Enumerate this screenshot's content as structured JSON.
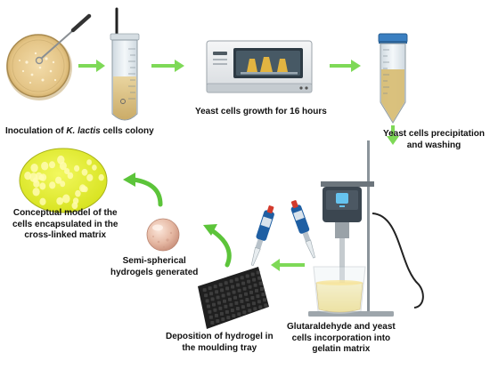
{
  "steps": {
    "inoculation": {
      "prefix": "Inoculation of ",
      "species": "K. lactis",
      "suffix": " cells colony"
    },
    "growth": {
      "text": "Yeast cells growth for 16 hours"
    },
    "precipitation": {
      "line1": "Yeast cells precipitation",
      "line2": "and washing"
    },
    "incorporation": {
      "line1": "Glutaraldehyde and yeast",
      "line2": "cells incorporation into",
      "line3": "gelatin matrix"
    },
    "deposition": {
      "line1": "Deposition of hydrogel in",
      "line2": "the moulding tray"
    },
    "hydrogels": {
      "line1": "Semi-spherical",
      "line2": "hydrogels generated"
    },
    "model": {
      "line1": "Conceptual model of the",
      "line2": "cells encapsulated in the",
      "line3": "cross-linked matrix"
    }
  },
  "colors": {
    "arrow": "#7ed957",
    "curved_arrow": "#5cc43a",
    "petri_agar": "#e8c98f",
    "yeast_culture": "#d9be7c",
    "falcon_cap": "#3a7fc1",
    "incubator_body": "#e9ecef",
    "hydrogel_bead": "#e8c0ad",
    "model_matrix": "#e6f03a",
    "model_cells": "#fffb9e",
    "tray": "#1f1f1f"
  },
  "icons": [
    "petri-dish-icon",
    "culture-tube-icon",
    "incubator-icon",
    "falcon-tube-icon",
    "homogenizer-icon",
    "pipette-icon",
    "beaker-icon",
    "moulding-tray-icon",
    "hydrogel-bead-icon",
    "encapsulation-model-icon"
  ]
}
